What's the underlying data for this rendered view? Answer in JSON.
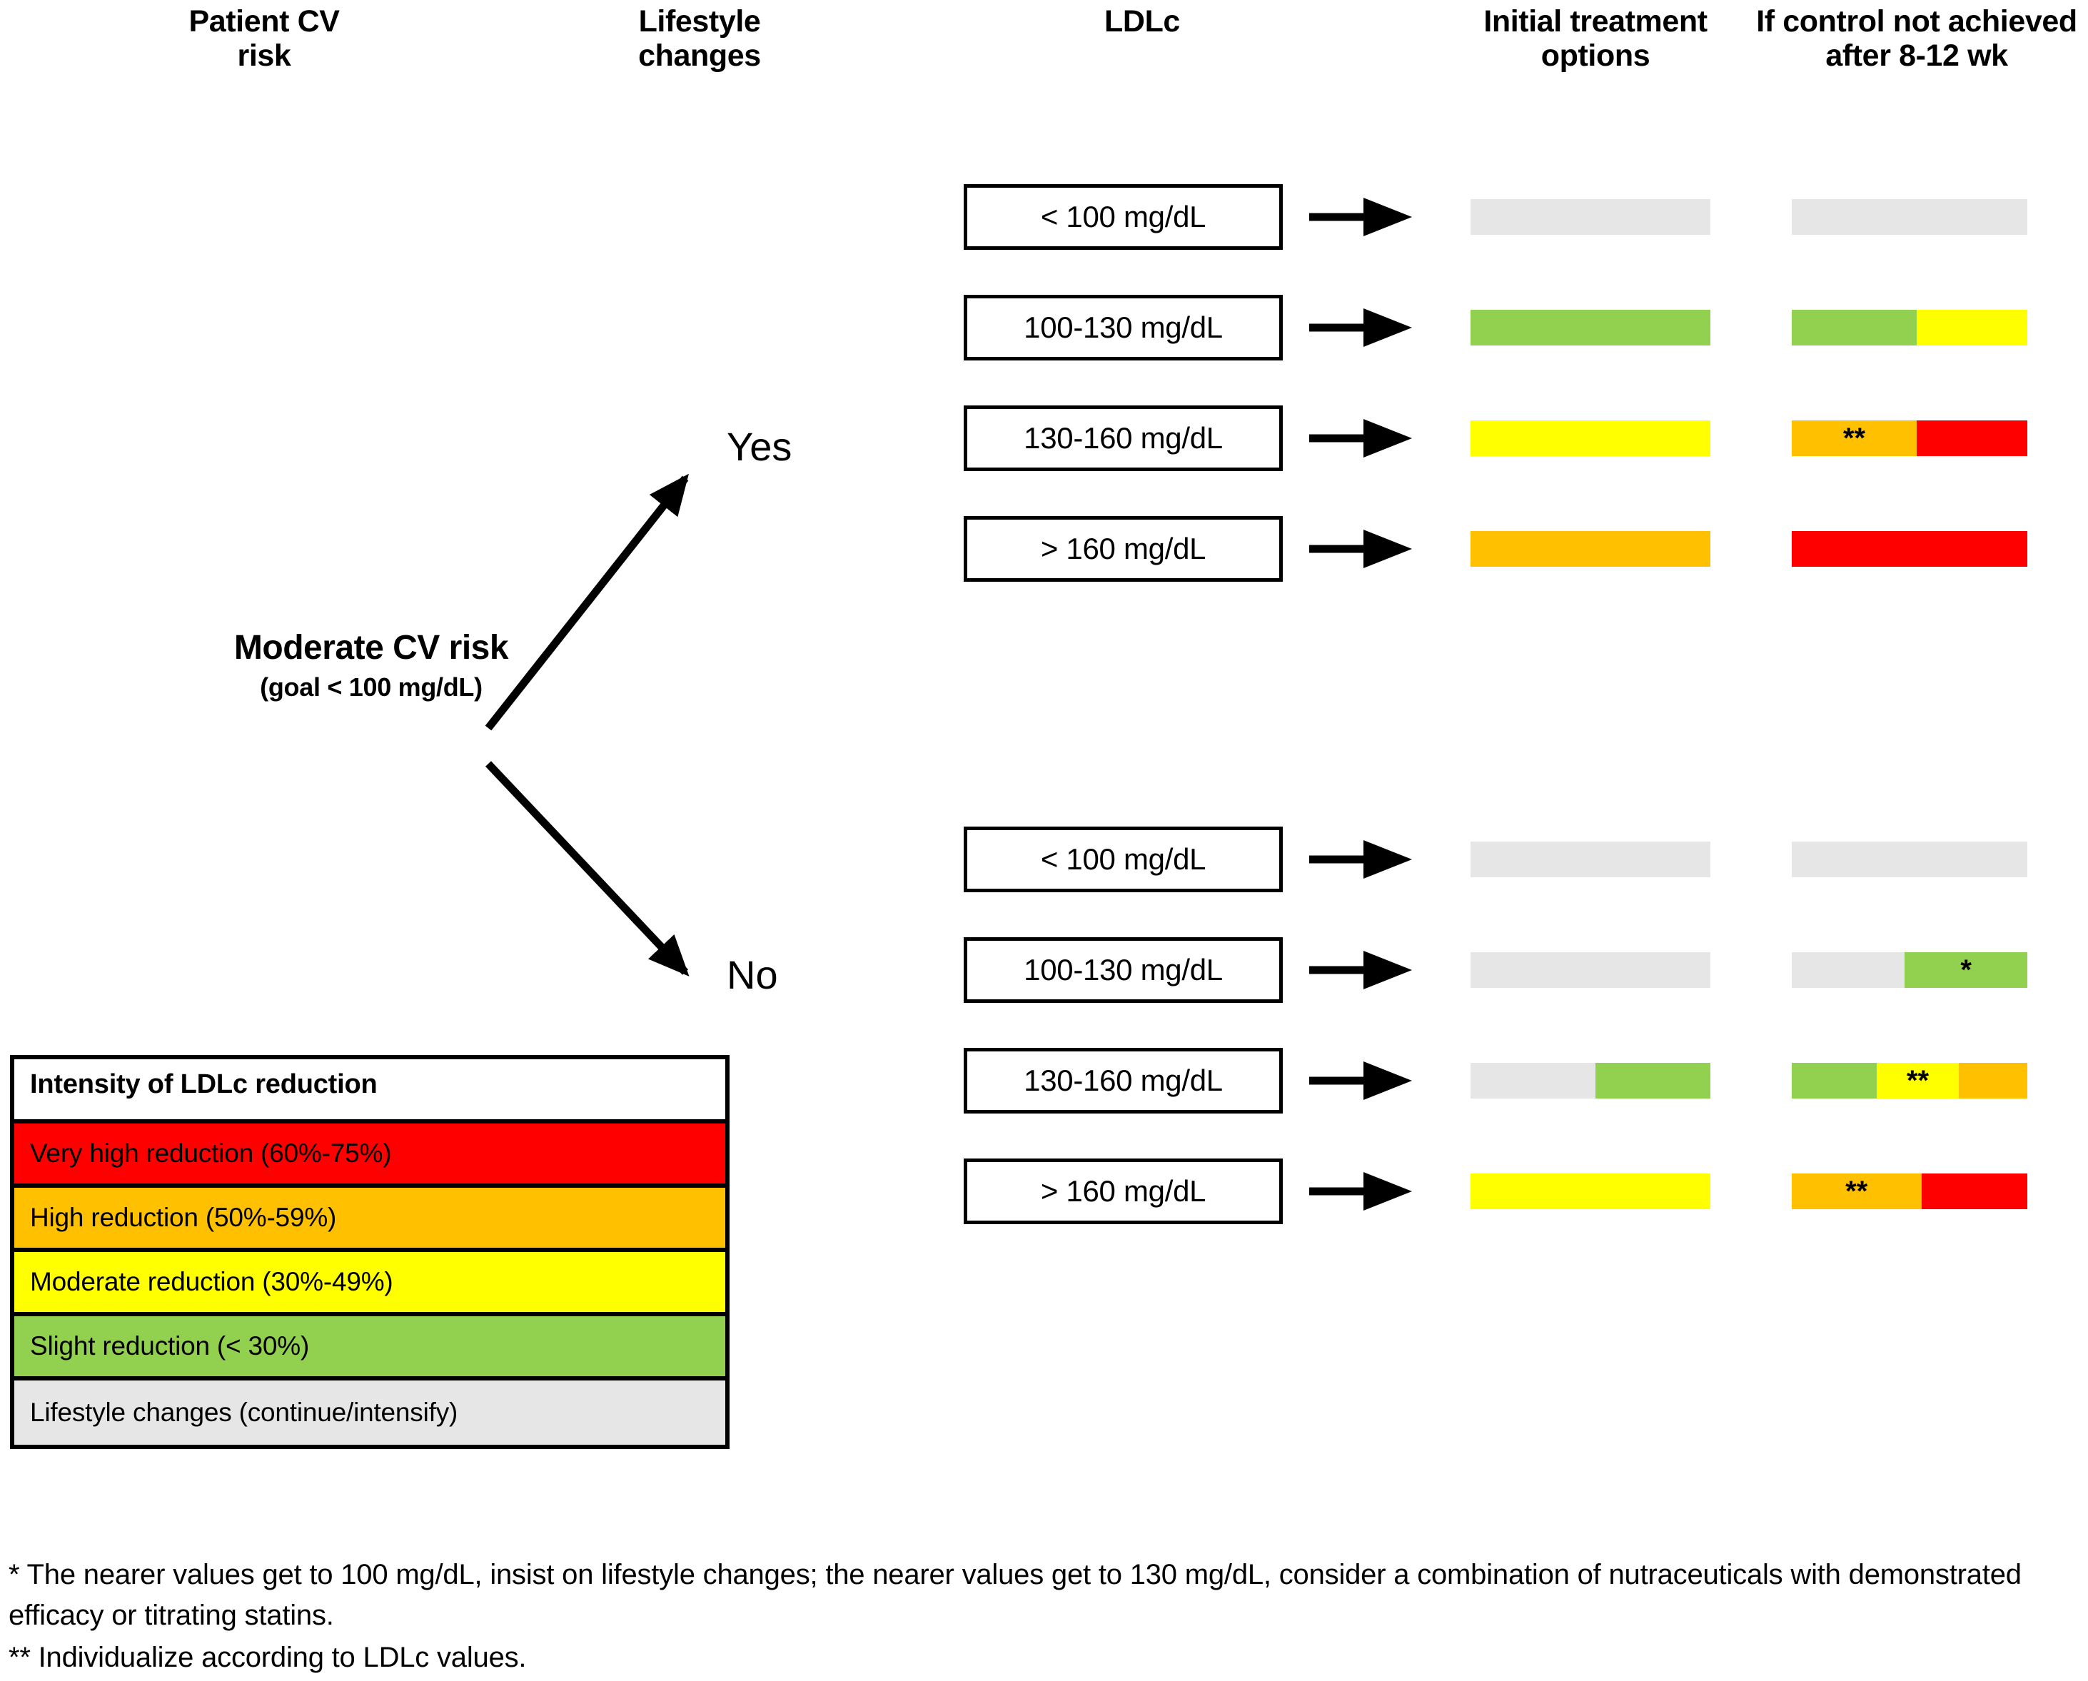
{
  "headers": {
    "patient_risk": "Patient CV\nrisk",
    "lifestyle": "Lifestyle\nchanges",
    "ldlc": "LDLc",
    "initial": "Initial treatment\noptions",
    "control": "If control not achieved\nafter 8-12 wk"
  },
  "risk_node": {
    "title": "Moderate CV risk",
    "goal": "(goal < 100 mg/dL)"
  },
  "branches": {
    "yes": "Yes",
    "no": "No"
  },
  "colors": {
    "very_high": "#FF0000",
    "high": "#FFC000",
    "moderate": "#FFFF00",
    "slight": "#92D050",
    "lifestyle": "#E6E6E6",
    "outline": "#000000"
  },
  "groups": [
    {
      "branch": "Yes",
      "rows": [
        {
          "ldlc": "< 100 mg/dL",
          "initial": [
            {
              "color": "#E6E6E6",
              "width": 100,
              "label": ""
            }
          ],
          "control": [
            {
              "color": "#E6E6E6",
              "width": 100,
              "label": ""
            }
          ]
        },
        {
          "ldlc": "100-130 mg/dL",
          "initial": [
            {
              "color": "#92D050",
              "width": 100,
              "label": ""
            }
          ],
          "control": [
            {
              "color": "#92D050",
              "width": 53,
              "label": ""
            },
            {
              "color": "#FFFF00",
              "width": 47,
              "label": ""
            }
          ]
        },
        {
          "ldlc": "130-160 mg/dL",
          "initial": [
            {
              "color": "#FFFF00",
              "width": 100,
              "label": ""
            }
          ],
          "control": [
            {
              "color": "#FFC000",
              "width": 53,
              "label": "**"
            },
            {
              "color": "#FF0000",
              "width": 47,
              "label": ""
            }
          ]
        },
        {
          "ldlc": "> 160 mg/dL",
          "initial": [
            {
              "color": "#FFC000",
              "width": 100,
              "label": ""
            }
          ],
          "control": [
            {
              "color": "#FF0000",
              "width": 100,
              "label": ""
            }
          ]
        }
      ]
    },
    {
      "branch": "No",
      "rows": [
        {
          "ldlc": "< 100 mg/dL",
          "initial": [
            {
              "color": "#E6E6E6",
              "width": 100,
              "label": ""
            }
          ],
          "control": [
            {
              "color": "#E6E6E6",
              "width": 100,
              "label": ""
            }
          ]
        },
        {
          "ldlc": "100-130 mg/dL",
          "initial": [
            {
              "color": "#E6E6E6",
              "width": 100,
              "label": ""
            }
          ],
          "control": [
            {
              "color": "#E6E6E6",
              "width": 48,
              "label": ""
            },
            {
              "color": "#92D050",
              "width": 52,
              "label": "*"
            }
          ]
        },
        {
          "ldlc": "130-160 mg/dL",
          "initial": [
            {
              "color": "#E6E6E6",
              "width": 52,
              "label": ""
            },
            {
              "color": "#92D050",
              "width": 48,
              "label": ""
            }
          ],
          "control": [
            {
              "color": "#92D050",
              "width": 36,
              "label": ""
            },
            {
              "color": "#FFFF00",
              "width": 35,
              "label": "**"
            },
            {
              "color": "#FFC000",
              "width": 29,
              "label": ""
            }
          ]
        },
        {
          "ldlc": "> 160 mg/dL",
          "initial": [
            {
              "color": "#FFFF00",
              "width": 100,
              "label": ""
            }
          ],
          "control": [
            {
              "color": "#FFC000",
              "width": 55,
              "label": "**"
            },
            {
              "color": "#FF0000",
              "width": 45,
              "label": ""
            }
          ]
        }
      ]
    }
  ],
  "legend": {
    "title": "Intensity of LDLc reduction",
    "items": [
      {
        "label": "Very high reduction (60%-75%)",
        "color": "#FF0000"
      },
      {
        "label": "High reduction (50%-59%)",
        "color": "#FFC000"
      },
      {
        "label": "Moderate reduction (30%-49%)",
        "color": "#FFFF00"
      },
      {
        "label": "Slight reduction (< 30%)",
        "color": "#92D050"
      },
      {
        "label": "Lifestyle changes (continue/intensify)",
        "color": "#E6E6E6"
      }
    ]
  },
  "footnotes": [
    "* The nearer values get to 100 mg/dL, insist on lifestyle changes; the nearer values get to 130 mg/dL, consider a combination of nutraceuticals with demonstrated efficacy or titrating statins.",
    "** Individualize according to LDLc values."
  ]
}
